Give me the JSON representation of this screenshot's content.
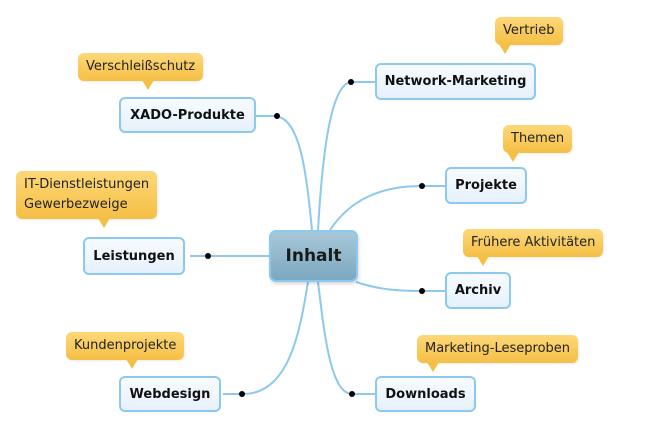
{
  "root": {
    "label": "Inhalt"
  },
  "branches": [
    {
      "id": "xado",
      "label": "XADO-Produkte",
      "note": [
        "Verschleißschutz"
      ]
    },
    {
      "id": "leistungen",
      "label": "Leistungen",
      "note": [
        "IT-Dienstleistungen",
        "Gewerbezweige"
      ]
    },
    {
      "id": "webdesign",
      "label": "Webdesign",
      "note": [
        "Kundenprojekte"
      ]
    },
    {
      "id": "network",
      "label": "Network-Marketing",
      "note": [
        "Vertrieb"
      ]
    },
    {
      "id": "projekte",
      "label": "Projekte",
      "note": [
        "Themen"
      ]
    },
    {
      "id": "archiv",
      "label": "Archiv",
      "note": [
        "Frühere Aktivitäten"
      ]
    },
    {
      "id": "downloads",
      "label": "Downloads",
      "note": [
        "Marketing-Leseproben"
      ]
    }
  ],
  "colors": {
    "connector": "#8cc8f0",
    "note_fill": "#f5bf45",
    "node_border": "#8cc8f0",
    "root_fill": "#7ba8bf"
  }
}
